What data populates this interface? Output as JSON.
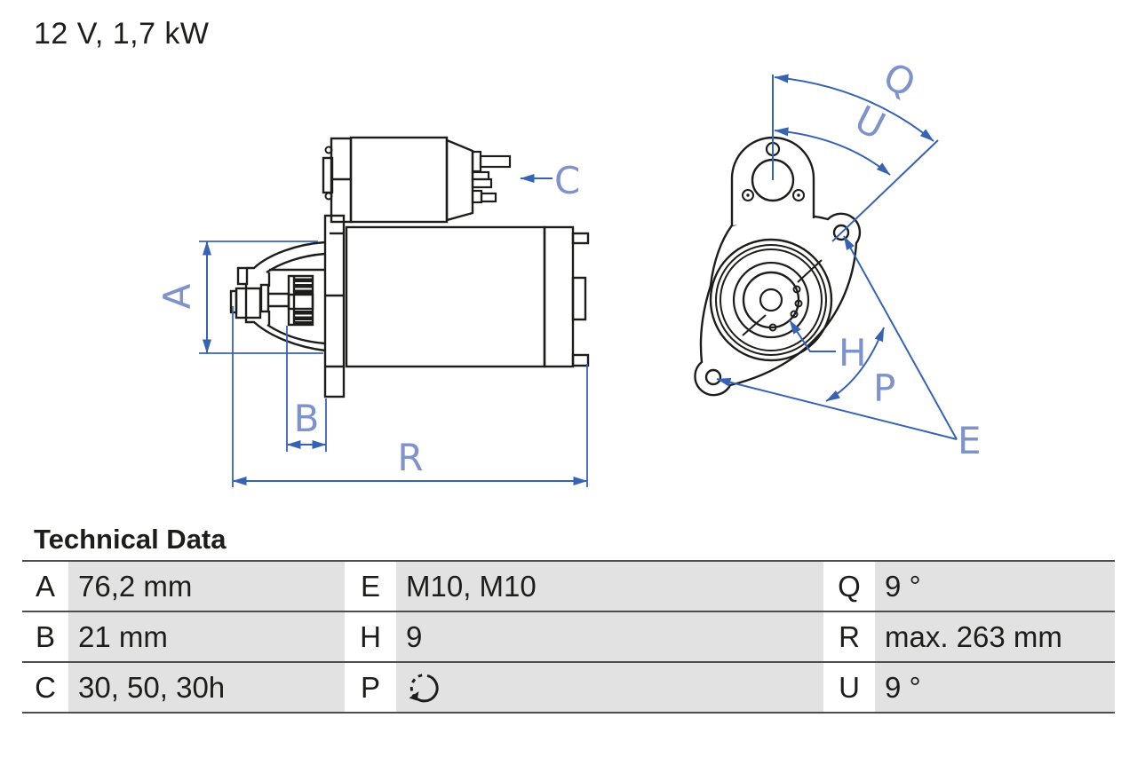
{
  "title": "12 V, 1,7 kW",
  "diagram": {
    "type": "starter-motor-technical-drawing",
    "colors": {
      "outline": "#1d1d1b",
      "dimension_line": "#3763b4",
      "dimension_label": "#7e92cc"
    },
    "side_view_labels": {
      "A": "A",
      "B": "B",
      "C": "C",
      "R": "R"
    },
    "front_view_labels": {
      "Q": "Q",
      "U": "U",
      "H": "H",
      "P": "P",
      "E": "E"
    }
  },
  "table": {
    "heading": "Technical Data",
    "rows": [
      {
        "cells": [
          {
            "label": "A",
            "value": "76,2 mm"
          },
          {
            "label": "E",
            "value": "M10, M10"
          },
          {
            "label": "Q",
            "value": "9 °"
          }
        ]
      },
      {
        "cells": [
          {
            "label": "B",
            "value": "21 mm"
          },
          {
            "label": "H",
            "value": "9"
          },
          {
            "label": "R",
            "value": "max. 263 mm"
          }
        ]
      },
      {
        "cells": [
          {
            "label": "C",
            "value": "30, 50, 30h"
          },
          {
            "label": "P",
            "value": "",
            "icon": "rotation-ccw-icon"
          },
          {
            "label": "U",
            "value": "9 °"
          }
        ]
      }
    ]
  }
}
